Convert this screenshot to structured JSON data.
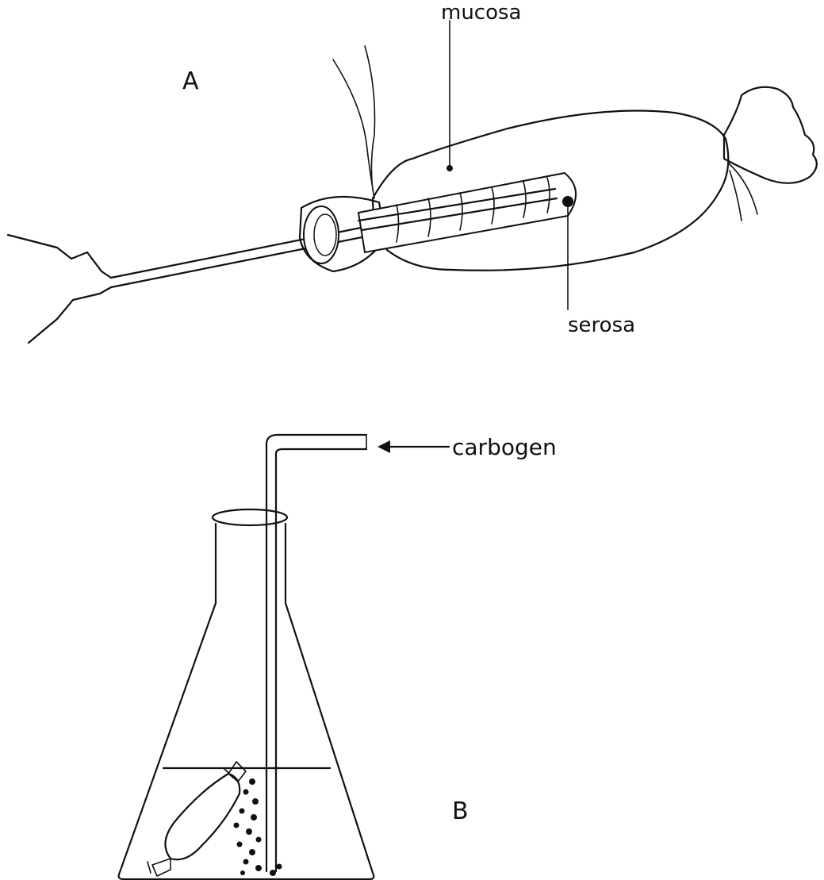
{
  "panel_a": {
    "letter": "A",
    "labels": {
      "mucosa": "mucosa",
      "serosa": "serosa"
    }
  },
  "panel_b": {
    "letter": "B",
    "labels": {
      "gas": "carbogen"
    }
  }
}
